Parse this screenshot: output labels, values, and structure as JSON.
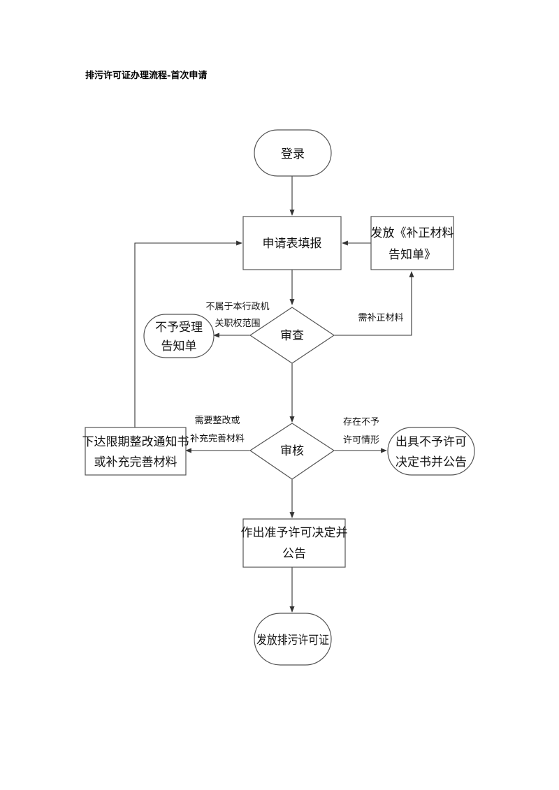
{
  "title": "排污许可证办理流程-首次申请",
  "nodes": {
    "login": [
      "登录"
    ],
    "apply_form": [
      "申请表填报"
    ],
    "supplement_notice": [
      "发放《补正材料",
      "告知单》"
    ],
    "review": [
      "审查"
    ],
    "reject_notice": [
      "不予受理",
      "告知单"
    ],
    "audit": [
      "审核"
    ],
    "rectify_notice": [
      "下达限期整改通知书",
      "或补充完善材料"
    ],
    "deny_decision": [
      "出具不予许可",
      "决定书并公告"
    ],
    "grant_decision": [
      "作出准予许可决定并",
      "公告"
    ],
    "issue_permit": [
      "发放排污许可证"
    ]
  },
  "edge_labels": {
    "out_of_scope": [
      "不属于本行政机",
      "关职权范围"
    ],
    "need_supplement": [
      "需补正材料"
    ],
    "need_rectify": [
      "需要整改或",
      "补充完善材料"
    ],
    "not_permitted": [
      "存在不予",
      "许可情形"
    ]
  }
}
